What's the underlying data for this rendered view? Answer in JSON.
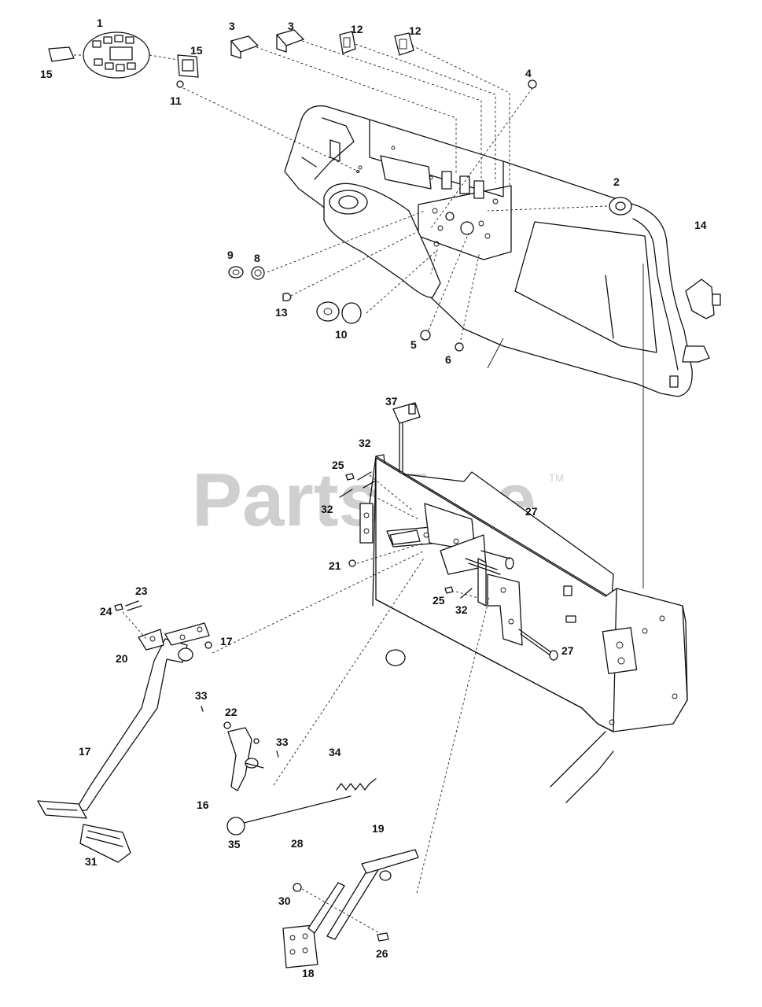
{
  "watermark": {
    "text": "PartsTree",
    "trademark": "TM"
  },
  "callouts": [
    {
      "id": "c1",
      "text": "1"
    },
    {
      "id": "c2",
      "text": "2"
    },
    {
      "id": "c3a",
      "text": "3"
    },
    {
      "id": "c3b",
      "text": "3"
    },
    {
      "id": "c4",
      "text": "4"
    },
    {
      "id": "c5",
      "text": "5"
    },
    {
      "id": "c6",
      "text": "6"
    },
    {
      "id": "c8",
      "text": "8"
    },
    {
      "id": "c9",
      "text": "9"
    },
    {
      "id": "c10",
      "text": "10"
    },
    {
      "id": "c11",
      "text": "11"
    },
    {
      "id": "c12a",
      "text": "12"
    },
    {
      "id": "c12b",
      "text": "12"
    },
    {
      "id": "c13",
      "text": "13"
    },
    {
      "id": "c14",
      "text": "14"
    },
    {
      "id": "c15a",
      "text": "15"
    },
    {
      "id": "c15b",
      "text": "15"
    },
    {
      "id": "c16",
      "text": "16"
    },
    {
      "id": "c17a",
      "text": "17"
    },
    {
      "id": "c17b",
      "text": "17"
    },
    {
      "id": "c18",
      "text": "18"
    },
    {
      "id": "c19",
      "text": "19"
    },
    {
      "id": "c20",
      "text": "20"
    },
    {
      "id": "c21",
      "text": "21"
    },
    {
      "id": "c22",
      "text": "22"
    },
    {
      "id": "c23",
      "text": "23"
    },
    {
      "id": "c24",
      "text": "24"
    },
    {
      "id": "c25a",
      "text": "25"
    },
    {
      "id": "c25b",
      "text": "25"
    },
    {
      "id": "c26",
      "text": "26"
    },
    {
      "id": "c27a",
      "text": "27"
    },
    {
      "id": "c27b",
      "text": "27"
    },
    {
      "id": "c28",
      "text": "28"
    },
    {
      "id": "c30",
      "text": "30"
    },
    {
      "id": "c31",
      "text": "31"
    },
    {
      "id": "c32a",
      "text": "32"
    },
    {
      "id": "c32b",
      "text": "32"
    },
    {
      "id": "c32c",
      "text": "32"
    },
    {
      "id": "c33a",
      "text": "33"
    },
    {
      "id": "c33b",
      "text": "33"
    },
    {
      "id": "c34",
      "text": "34"
    },
    {
      "id": "c35",
      "text": "35"
    },
    {
      "id": "c37",
      "text": "37"
    }
  ]
}
